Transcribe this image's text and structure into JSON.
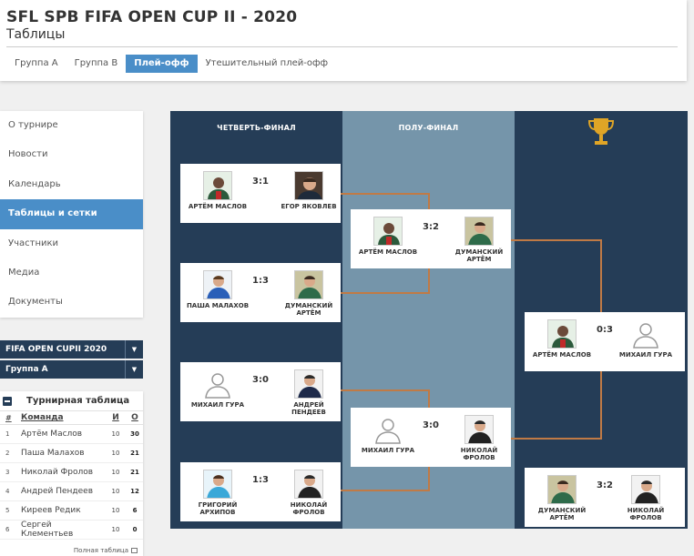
{
  "header": {
    "title": "SFL SPB FIFA OPEN CUP II - 2020",
    "subtitle": "Таблицы",
    "tabs": [
      "Группа A",
      "Группа B",
      "Плей-офф",
      "Утешительный плей-офф"
    ]
  },
  "sidebar": {
    "items": [
      "О турнире",
      "Новости",
      "Календарь",
      "Таблицы и сетки",
      "Участники",
      "Медиа",
      "Документы"
    ]
  },
  "selects": {
    "tournament": "FIFA OPEN CUPII 2020",
    "group": "Группа A"
  },
  "standings": {
    "title": "Турнирная таблица",
    "columns": {
      "num": "#",
      "team": "Команда",
      "games": "И",
      "points": "О"
    },
    "rows": [
      {
        "num": "1",
        "team": "Артём Маслов",
        "games": "10",
        "points": "30"
      },
      {
        "num": "2",
        "team": "Паша Малахов",
        "games": "10",
        "points": "21"
      },
      {
        "num": "3",
        "team": "Николай Фролов",
        "games": "10",
        "points": "21"
      },
      {
        "num": "4",
        "team": "Андрей Пендеев",
        "games": "10",
        "points": "12"
      },
      {
        "num": "5",
        "team": "Киреев Редик",
        "games": "10",
        "points": "6"
      },
      {
        "num": "6",
        "team": "Сергей Клементьев",
        "games": "10",
        "points": "0"
      }
    ],
    "full_link": "Полная таблица"
  },
  "bracket": {
    "rounds": [
      "ЧЕТВЕРТЬ-ФИНАЛ",
      "ПОЛУ-ФИНАЛ"
    ],
    "quarterfinals": [
      {
        "p1": "АРТЁМ МАСЛОВ",
        "p2": "ЕГОР ЯКОВЛЕВ",
        "score": "3:1"
      },
      {
        "p1": "ПАША МАЛАХОВ",
        "p2": "ДУМАНСКИЙ АРТЁМ",
        "score": "1:3"
      },
      {
        "p1": "МИХАИЛ ГУРА",
        "p2": "АНДРЕЙ ПЕНДЕЕВ",
        "score": "3:0"
      },
      {
        "p1": "ГРИГОРИЙ АРХИПОВ",
        "p2": "НИКОЛАЙ ФРОЛОВ",
        "score": "1:3"
      }
    ],
    "semifinals": [
      {
        "p1": "АРТЁМ МАСЛОВ",
        "p2": "ДУМАНСКИЙ АРТЁМ",
        "score": "3:2"
      },
      {
        "p1": "МИХАИЛ ГУРА",
        "p2": "НИКОЛАЙ ФРОЛОВ",
        "score": "3:0"
      }
    ],
    "final": {
      "p1": "АРТЁМ МАСЛОВ",
      "p2": "МИХАИЛ ГУРА",
      "score": "0:3"
    },
    "third_place": {
      "p1": "ДУМАНСКИЙ АРТЁМ",
      "p2": "НИКОЛАЙ ФРОЛОВ",
      "score": "3:2"
    }
  },
  "colors": {
    "accent": "#4a8ec8",
    "dark": "#253d57",
    "mid": "#7595aa",
    "connector": "#c07a45",
    "trophy": "#e0a526"
  }
}
